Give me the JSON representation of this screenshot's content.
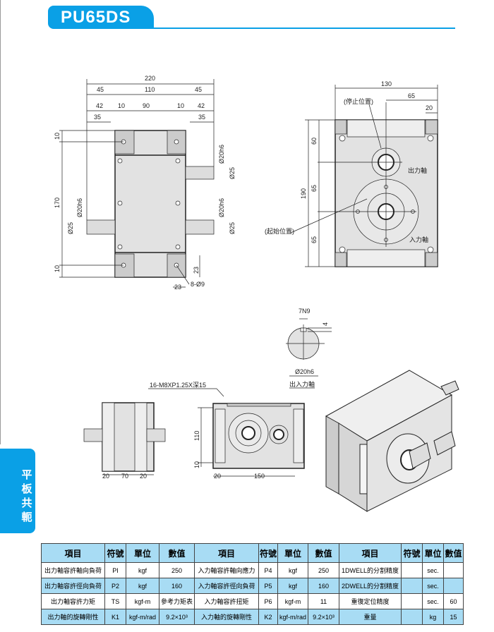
{
  "header": {
    "title": "PU65DS"
  },
  "side_tab": {
    "chars": [
      "平",
      "板",
      "共",
      "軛"
    ]
  },
  "front_view": {
    "dims": {
      "total_width": "220",
      "left_45": "45",
      "mid_110": "110",
      "right_45": "45",
      "left_42": "42",
      "left_10": "10",
      "mid_90": "90",
      "right_10": "10",
      "right_42": "42",
      "left_35": "35",
      "right_35": "35",
      "top_10": "10",
      "height_170": "170",
      "bottom_10": "10",
      "shaft_d1": "Ø20h6",
      "shaft_d2": "Ø25",
      "shaft_d3": "Ø20h6",
      "shaft_d4": "Ø25",
      "shaft_d5": "Ø20h6",
      "shaft_d6": "Ø25",
      "hole_23a": "23",
      "hole_23b": "23",
      "holes": "8-Ø9"
    }
  },
  "side_view": {
    "dims": {
      "width_130": "130",
      "half_65": "65",
      "edge_20": "20",
      "height_190": "190",
      "top_60": "60",
      "mid_65": "65",
      "bottom_65": "65"
    },
    "labels": {
      "stop_position": "(停止位置)",
      "start_position": "(起始位置)",
      "output_shaft": "出力軸",
      "input_shaft": "入力軸"
    }
  },
  "shaft_section": {
    "key": "7N9",
    "depth": "4",
    "diameter": "Ø20h6",
    "label": "出入力軸"
  },
  "bottom_views": {
    "tap_holes": "16-M8XP1.25X深15",
    "h_110": "110",
    "h_10": "10",
    "w_20a": "20",
    "w_70": "70",
    "w_20b": "20",
    "w_20c": "20",
    "w_150": "150"
  },
  "spec_table": {
    "headers": [
      "項目",
      "符號",
      "單位",
      "數值",
      "項目",
      "符號",
      "單位",
      "數值",
      "項目",
      "符號",
      "單位",
      "數值"
    ],
    "rows": [
      [
        "出力軸容許軸向負荷",
        "PI",
        "kgf",
        "250",
        "入力軸容許軸向應力",
        "P4",
        "kgf",
        "250",
        "1DWELL的分割精度",
        "",
        "sec.",
        ""
      ],
      [
        "出力軸容許徑向負荷",
        "P2",
        "kgf",
        "160",
        "入力軸容許徑向負荷",
        "P5",
        "kgf",
        "160",
        "2DWELL的分割精度",
        "",
        "sec.",
        ""
      ],
      [
        "出力軸容許力矩",
        "TS",
        "kgf-m",
        "參考力矩表",
        "入力軸容許扭矩",
        "P6",
        "kgf-m",
        "11",
        "重復定位精度",
        "",
        "sec.",
        "60"
      ],
      [
        "出力軸的旋轉剛性",
        "K1",
        "kgf-m/rad",
        "9.2×10³",
        "入力軸的旋轉剛性",
        "K2",
        "kgf-m/rad",
        "9.2×10³",
        "重量",
        "",
        "kg",
        "15"
      ]
    ]
  },
  "colors": {
    "accent": "#0aa0e6",
    "table_fill": "#a8dcf4",
    "part_fill": "#e2e2e2"
  }
}
